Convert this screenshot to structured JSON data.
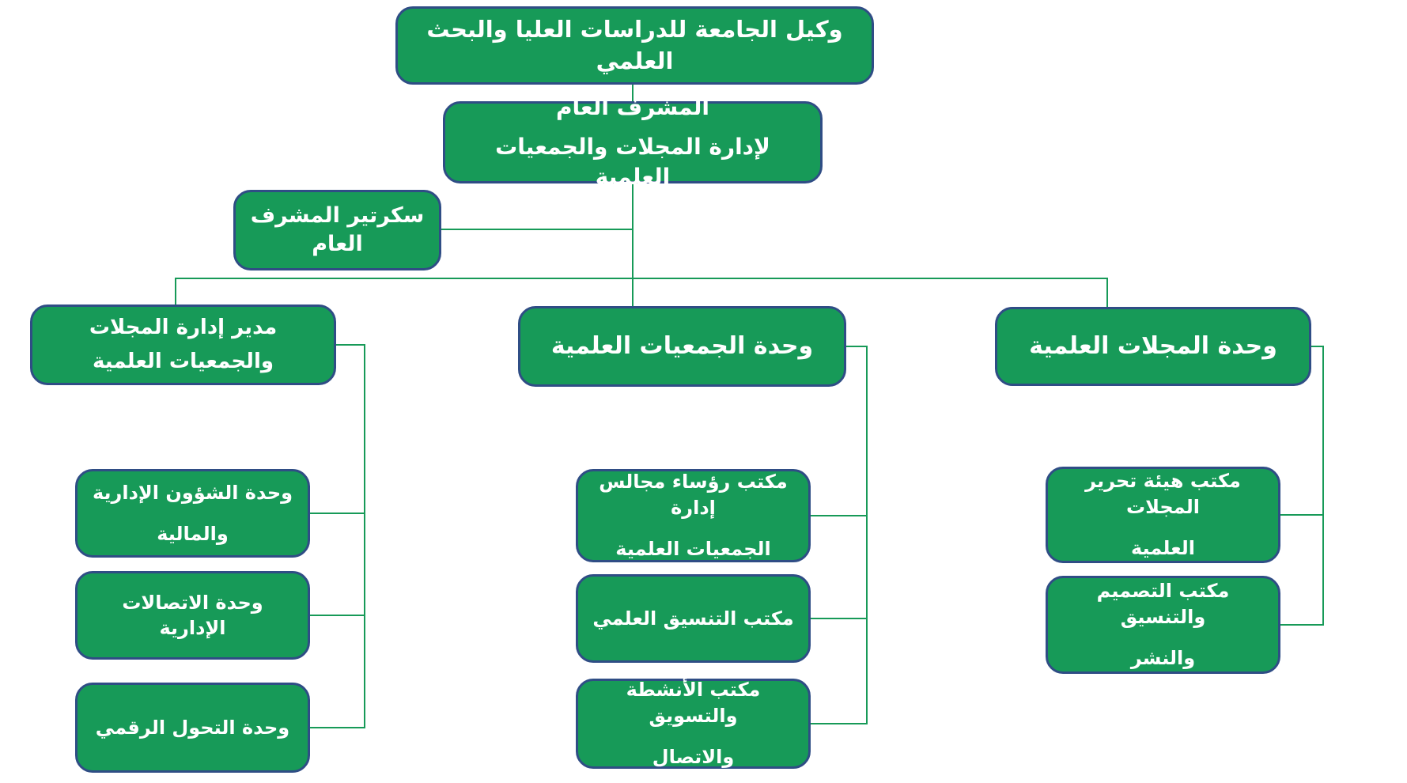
{
  "colors": {
    "background": "#ffffff",
    "node_fill": "#179a58",
    "node_border": "#2f4d85",
    "connector": "#179a58",
    "text": "#ffffff"
  },
  "org": {
    "root": {
      "lines": [
        "وكيل الجامعة للدراسات العليا والبحث العلمي"
      ]
    },
    "supervisor": {
      "lines": [
        "المشرف العام",
        "لإدارة المجلات والجمعيات العلمية"
      ]
    },
    "secretary": {
      "lines": [
        "سكرتير المشرف العام"
      ]
    },
    "branch_director": {
      "lines": [
        "مدير إدارة المجلات",
        "والجمعيات العلمية"
      ]
    },
    "director_children": {
      "admin_financial": {
        "lines": [
          "وحدة الشؤون الإدارية",
          "والمالية"
        ]
      },
      "admin_comms": {
        "lines": [
          "وحدة الاتصالات الإدارية"
        ]
      },
      "digital": {
        "lines": [
          "وحدة التحول الرقمي"
        ]
      }
    },
    "branch_societies": {
      "lines": [
        "وحدة الجمعيات العلمية"
      ]
    },
    "societies_children": {
      "boards_chairs": {
        "lines": [
          "مكتب رؤساء مجالس إدارة",
          "الجمعيات العلمية"
        ]
      },
      "coordination": {
        "lines": [
          "مكتب التنسيق العلمي"
        ]
      },
      "activities": {
        "lines": [
          "مكتب الأنشطة والتسويق",
          "والاتصال"
        ]
      }
    },
    "branch_journals": {
      "lines": [
        "وحدة المجلات العلمية"
      ]
    },
    "journals_children": {
      "editorial": {
        "lines": [
          "مكتب هيئة تحرير المجلات",
          "العلمية"
        ]
      },
      "design": {
        "lines": [
          "مكتب التصميم والتنسيق",
          "والنشر"
        ]
      }
    }
  }
}
